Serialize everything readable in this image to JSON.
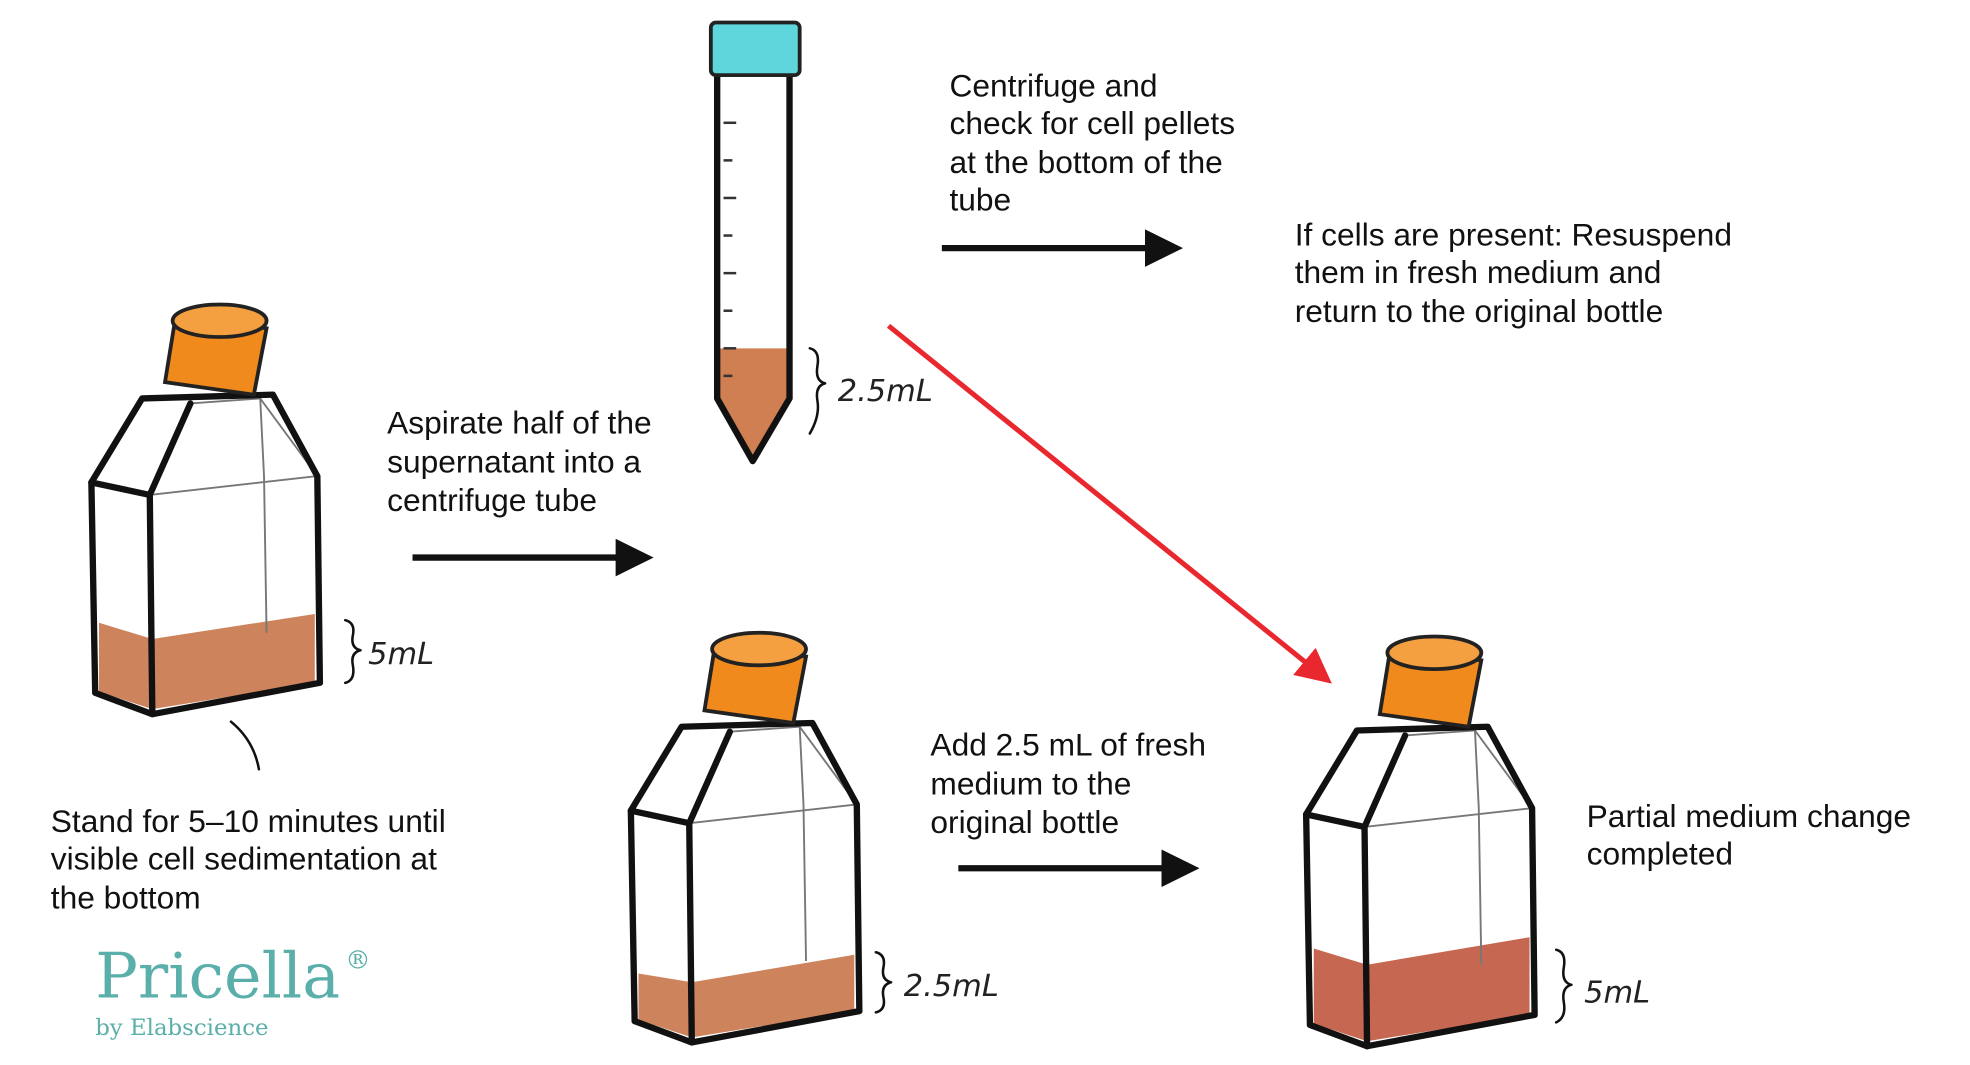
{
  "colors": {
    "cap_orange": "#f08a1c",
    "tube_cap": "#5fd6dc",
    "medium": "#c8754a",
    "medium_dark": "#c0583e",
    "red_arrow": "#e8282e",
    "logo_teal": "#5aafaa"
  },
  "steps": {
    "stand": [
      "Stand for 5–10 minutes until",
      "visible cell sedimentation at",
      "the bottom"
    ],
    "aspirate": [
      "Aspirate half of the",
      "supernatant into a",
      "centrifuge tube"
    ],
    "centrifuge": [
      "Centrifuge and",
      "check for cell pellets",
      "at the bottom of the",
      "tube"
    ],
    "resuspend": [
      "If cells are present: Resuspend",
      "them in fresh medium and",
      "return to the original bottle"
    ],
    "add": [
      "Add 2.5 mL of fresh",
      "medium to the",
      "original bottle"
    ],
    "completed": [
      "Partial medium change",
      "completed"
    ]
  },
  "volumes": {
    "flask_start": "5mL",
    "tube": "2.5mL",
    "flask_half": "2.5mL",
    "flask_end": "5mL"
  },
  "logo": {
    "name": "Pricella",
    "mark": "®",
    "tagline": "by Elabscience"
  }
}
